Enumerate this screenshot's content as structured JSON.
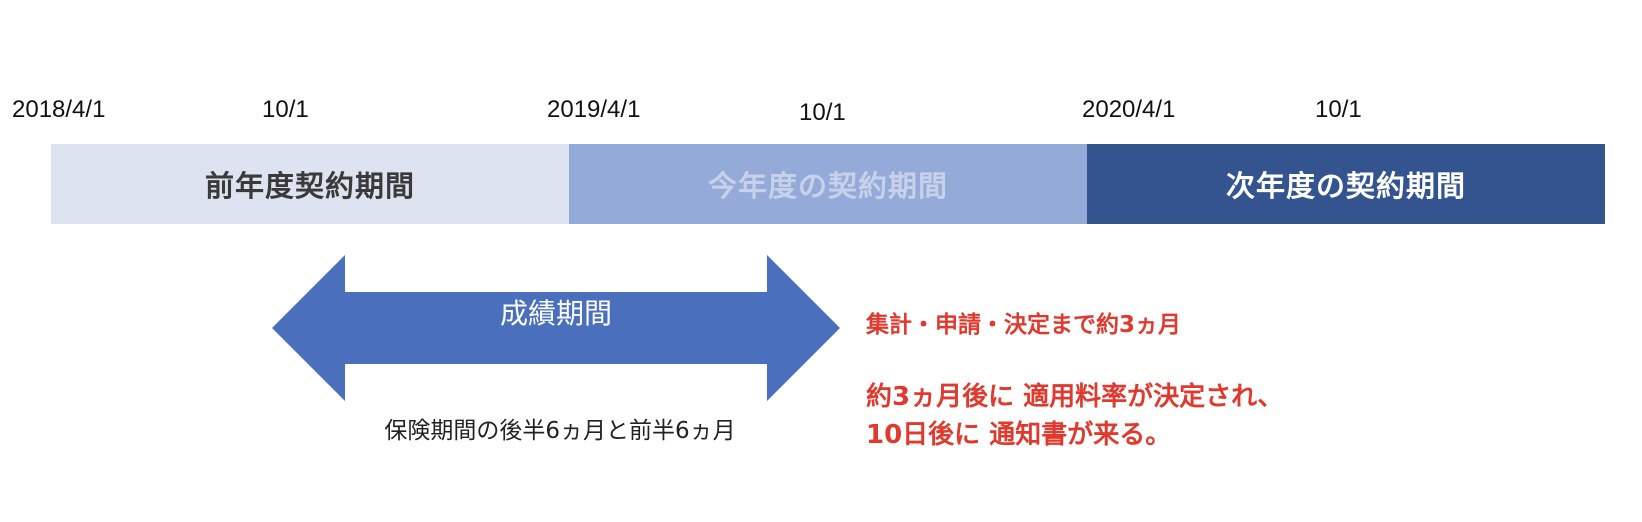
{
  "timeline": {
    "dates": [
      {
        "label": "2018/4/1"
      },
      {
        "label": "10/1"
      },
      {
        "label": "2019/4/1"
      },
      {
        "label": "10/1"
      },
      {
        "label": "2020/4/1"
      },
      {
        "label": "10/1"
      }
    ],
    "periods": [
      {
        "label": "前年度契約期間",
        "bg": "#dde3f1",
        "fg": "#3a3a3a"
      },
      {
        "label": "今年度の契約期間",
        "bg": "#94aad9",
        "fg": "#c8d1ea"
      },
      {
        "label": "次年度の契約期間",
        "bg": "#34548f",
        "fg": "#ffffff"
      }
    ]
  },
  "arrow": {
    "label": "成績期間",
    "color": "#4a70bd",
    "caption": "保険期間の後半6ヵ月と前半6ヵ月"
  },
  "notes": {
    "color": "#e03a2f",
    "line1": "集計・申請・決定まで約3ヵ月",
    "line2": "約3ヵ月後に 適用料率が決定され、",
    "line3": "10日後に 通知書が来る。"
  }
}
